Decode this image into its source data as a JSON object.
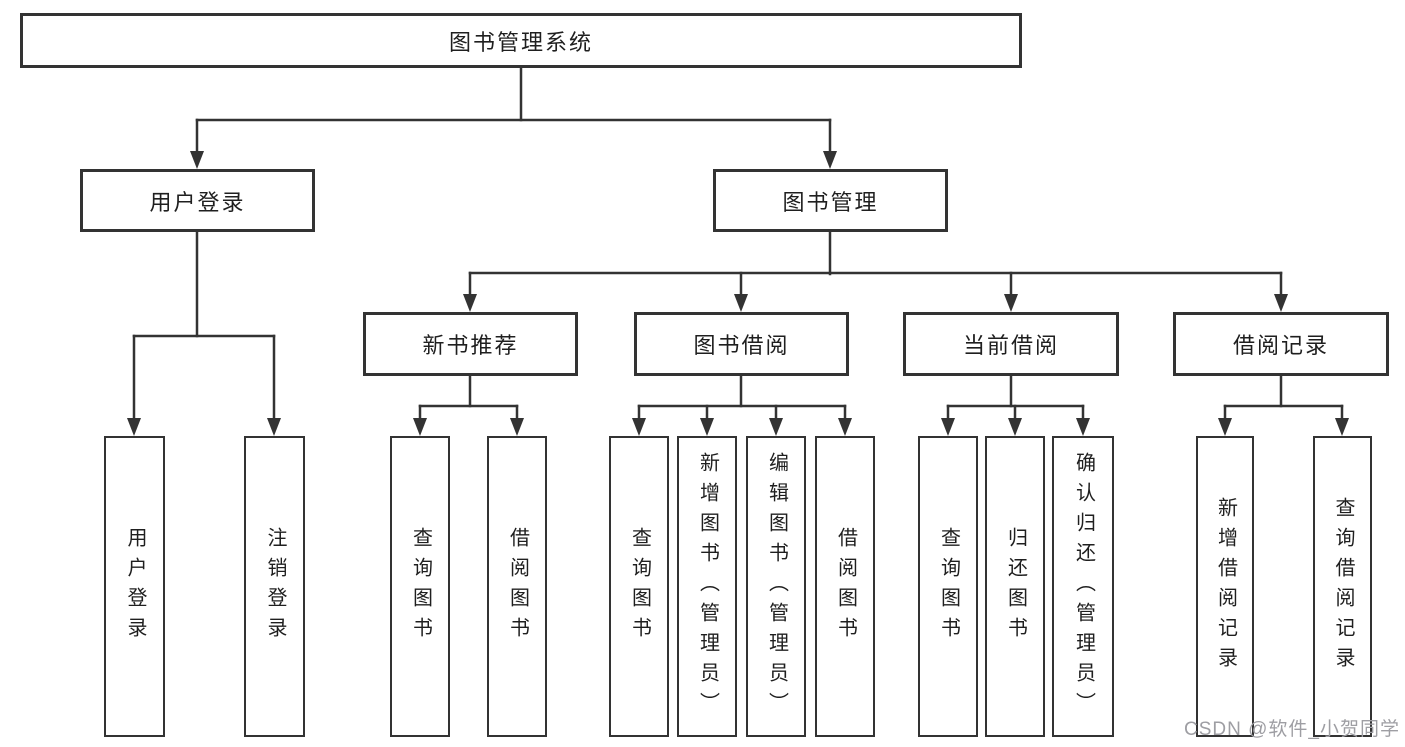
{
  "tree": {
    "root": {
      "label": "图书管理系统"
    },
    "branches": [
      {
        "label": "用户登录",
        "children": [
          {
            "label": "用户登录"
          },
          {
            "label": "注销登录"
          }
        ]
      },
      {
        "label": "图书管理",
        "children": [
          {
            "label": "新书推荐",
            "children": [
              {
                "label": "查询图书"
              },
              {
                "label": "借阅图书"
              }
            ]
          },
          {
            "label": "图书借阅",
            "children": [
              {
                "label": "查询图书"
              },
              {
                "label": "新增图书（管理员）"
              },
              {
                "label": "编辑图书（管理员）"
              },
              {
                "label": "借阅图书"
              }
            ]
          },
          {
            "label": "当前借阅",
            "children": [
              {
                "label": "查询图书"
              },
              {
                "label": "归还图书"
              },
              {
                "label": "确认归还（管理员）"
              }
            ]
          },
          {
            "label": "借阅记录",
            "children": [
              {
                "label": "新增借阅记录"
              },
              {
                "label": "查询借阅记录"
              }
            ]
          }
        ]
      }
    ]
  },
  "watermark": {
    "text": "CSDN @软件_小贺同学"
  },
  "colors": {
    "line": "#333333",
    "text": "#1f1f1f",
    "bg": "#ffffff",
    "wm": "#9e9ea3"
  }
}
